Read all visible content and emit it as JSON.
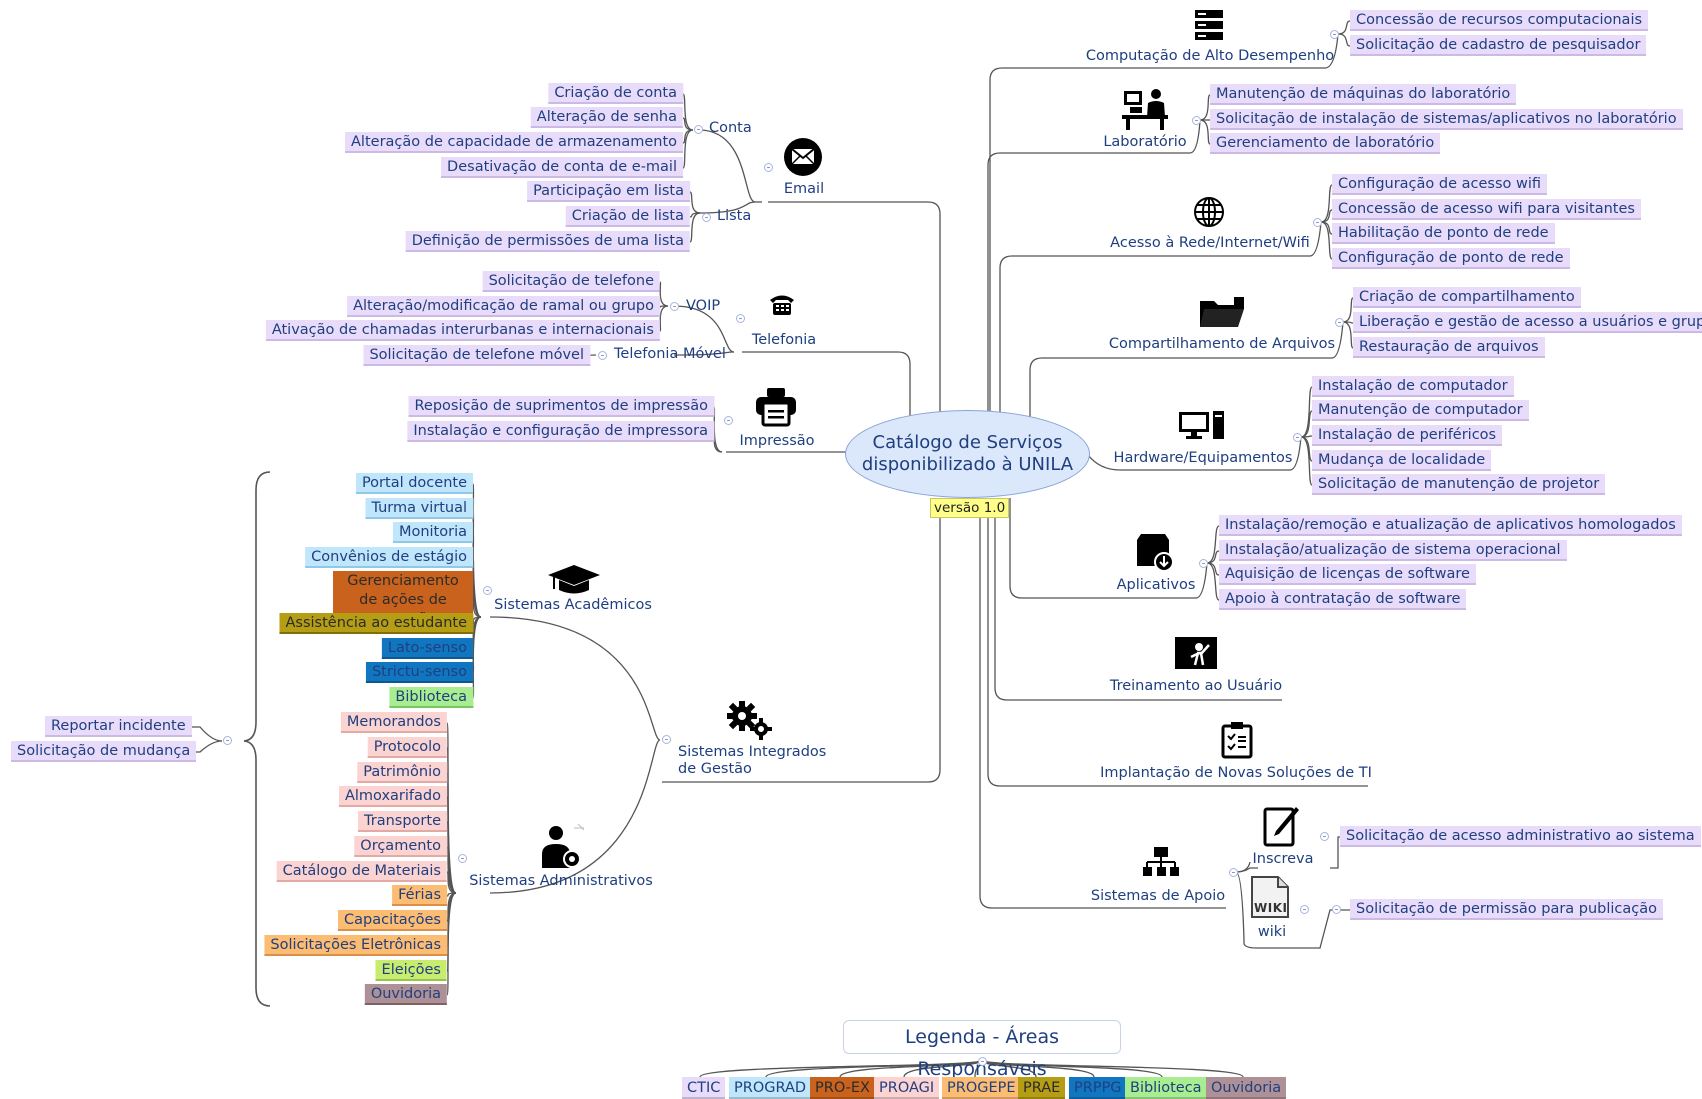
{
  "central": {
    "title": "Catálogo de Serviços disponibilizado à UNILA",
    "version": "versão 1.0"
  },
  "colors": {
    "CTIC": "#e9dcfa",
    "PROGRAD": "#bfe6fb",
    "PRO-EX": "#c8621c",
    "PROAGI": "#fbd3d1",
    "PROGEPE": "#fcbc72",
    "PRAE": "#b59e14",
    "PRPPG": "#1176c0",
    "Biblioteca": "#a8ed90",
    "Ouvidoria": "#ae9197",
    "Eleicoes": "#c8ec6e"
  },
  "left": {
    "email": {
      "label": "Email",
      "conta": {
        "label": "Conta",
        "items": [
          "Criação de conta",
          "Alteração de senha",
          "Alteração de capacidade de armazenamento",
          "Desativação de conta de e-mail"
        ]
      },
      "lista": {
        "label": "Lista",
        "items": [
          "Participação em lista",
          "Criação de lista",
          "Definição de permissões de uma lista"
        ]
      }
    },
    "telefonia": {
      "label": "Telefonia",
      "voip": {
        "label": "VOIP",
        "items": [
          "Solicitação de telefone",
          "Alteração/modificação de ramal ou grupo",
          "Ativação de chamadas interurbanas e internacionais"
        ]
      },
      "movel": {
        "label": "Telefonia Móvel",
        "items": [
          "Solicitação de telefone móvel"
        ]
      }
    },
    "impressao": {
      "label": "Impressão",
      "items": [
        "Reposição de suprimentos de impressão",
        "Instalação e configuração de impressora"
      ]
    },
    "sig": {
      "label": "Sistemas Integrados de Gestão",
      "academicos": {
        "label": "Sistemas Acadêmicos",
        "items": [
          "Portal docente",
          "Turma virtual",
          "Monitoria",
          "Convênios de estágio",
          "Gerenciamento de ações de extensão",
          "Assistência ao estudante",
          "Lato-senso",
          "Strictu-senso",
          "Biblioteca"
        ]
      },
      "administrativos": {
        "label": "Sistemas Administrativos",
        "items": [
          "Memorandos",
          "Protocolo",
          "Patrimônio",
          "Almoxarifado",
          "Transporte",
          "Orçamento",
          "Catálogo de Materiais",
          "Férias",
          "Capacitações",
          "Solicitações Eletrônicas",
          "Eleições",
          "Ouvidoria"
        ]
      },
      "shared": [
        "Reportar incidente",
        "Solicitação de mudança"
      ]
    }
  },
  "right": {
    "hpc": {
      "label": "Computação de Alto Desempenho",
      "items": [
        "Concessão de recursos computacionais",
        "Solicitação de cadastro de pesquisador"
      ]
    },
    "lab": {
      "label": "Laboratório",
      "items": [
        "Manutenção de máquinas do laboratório",
        "Solicitação de instalação de sistemas/aplicativos no laboratório",
        "Gerenciamento de laboratório"
      ]
    },
    "rede": {
      "label": "Acesso à Rede/Internet/Wifi",
      "items": [
        "Configuração de acesso wifi",
        "Concessão de acesso wifi para visitantes",
        "Habilitação de ponto de rede",
        "Configuração de ponto de rede"
      ]
    },
    "arquivos": {
      "label": "Compartilhamento de Arquivos",
      "items": [
        "Criação de compartilhamento",
        "Liberação e gestão de acesso a usuários e grupos",
        "Restauração de arquivos"
      ]
    },
    "hardware": {
      "label": "Hardware/Equipamentos",
      "items": [
        "Instalação de computador",
        "Manutenção de computador",
        "Instalação de periféricos",
        "Mudança de localidade",
        "Solicitação de manutenção de projetor"
      ]
    },
    "aplicativos": {
      "label": "Aplicativos",
      "items": [
        "Instalação/remoção e atualização de aplicativos homologados",
        "Instalação/atualização de sistema operacional",
        "Aquisição de licenças de software",
        "Apoio à contratação de software"
      ]
    },
    "treinamento": {
      "label": "Treinamento ao Usuário"
    },
    "implantacao": {
      "label": "Implantação de Novas Soluções de TI"
    },
    "apoio": {
      "label": "Sistemas de Apoio",
      "inscreva": {
        "label": "Inscreva",
        "items": [
          "Solicitação de acesso administrativo ao sistema"
        ]
      },
      "wiki": {
        "label": "wiki",
        "icon_text": "WIKI",
        "items": [
          "Solicitação de permissão para publicação"
        ]
      }
    }
  },
  "legend": {
    "title": "Legenda - Áreas Responsáveis",
    "items": [
      "CTIC",
      "PROGRAD",
      "PRO-EX",
      "PROAGI",
      "PROGEPE",
      "PRAE",
      "PRPPG",
      "Biblioteca",
      "Ouvidoria"
    ]
  }
}
